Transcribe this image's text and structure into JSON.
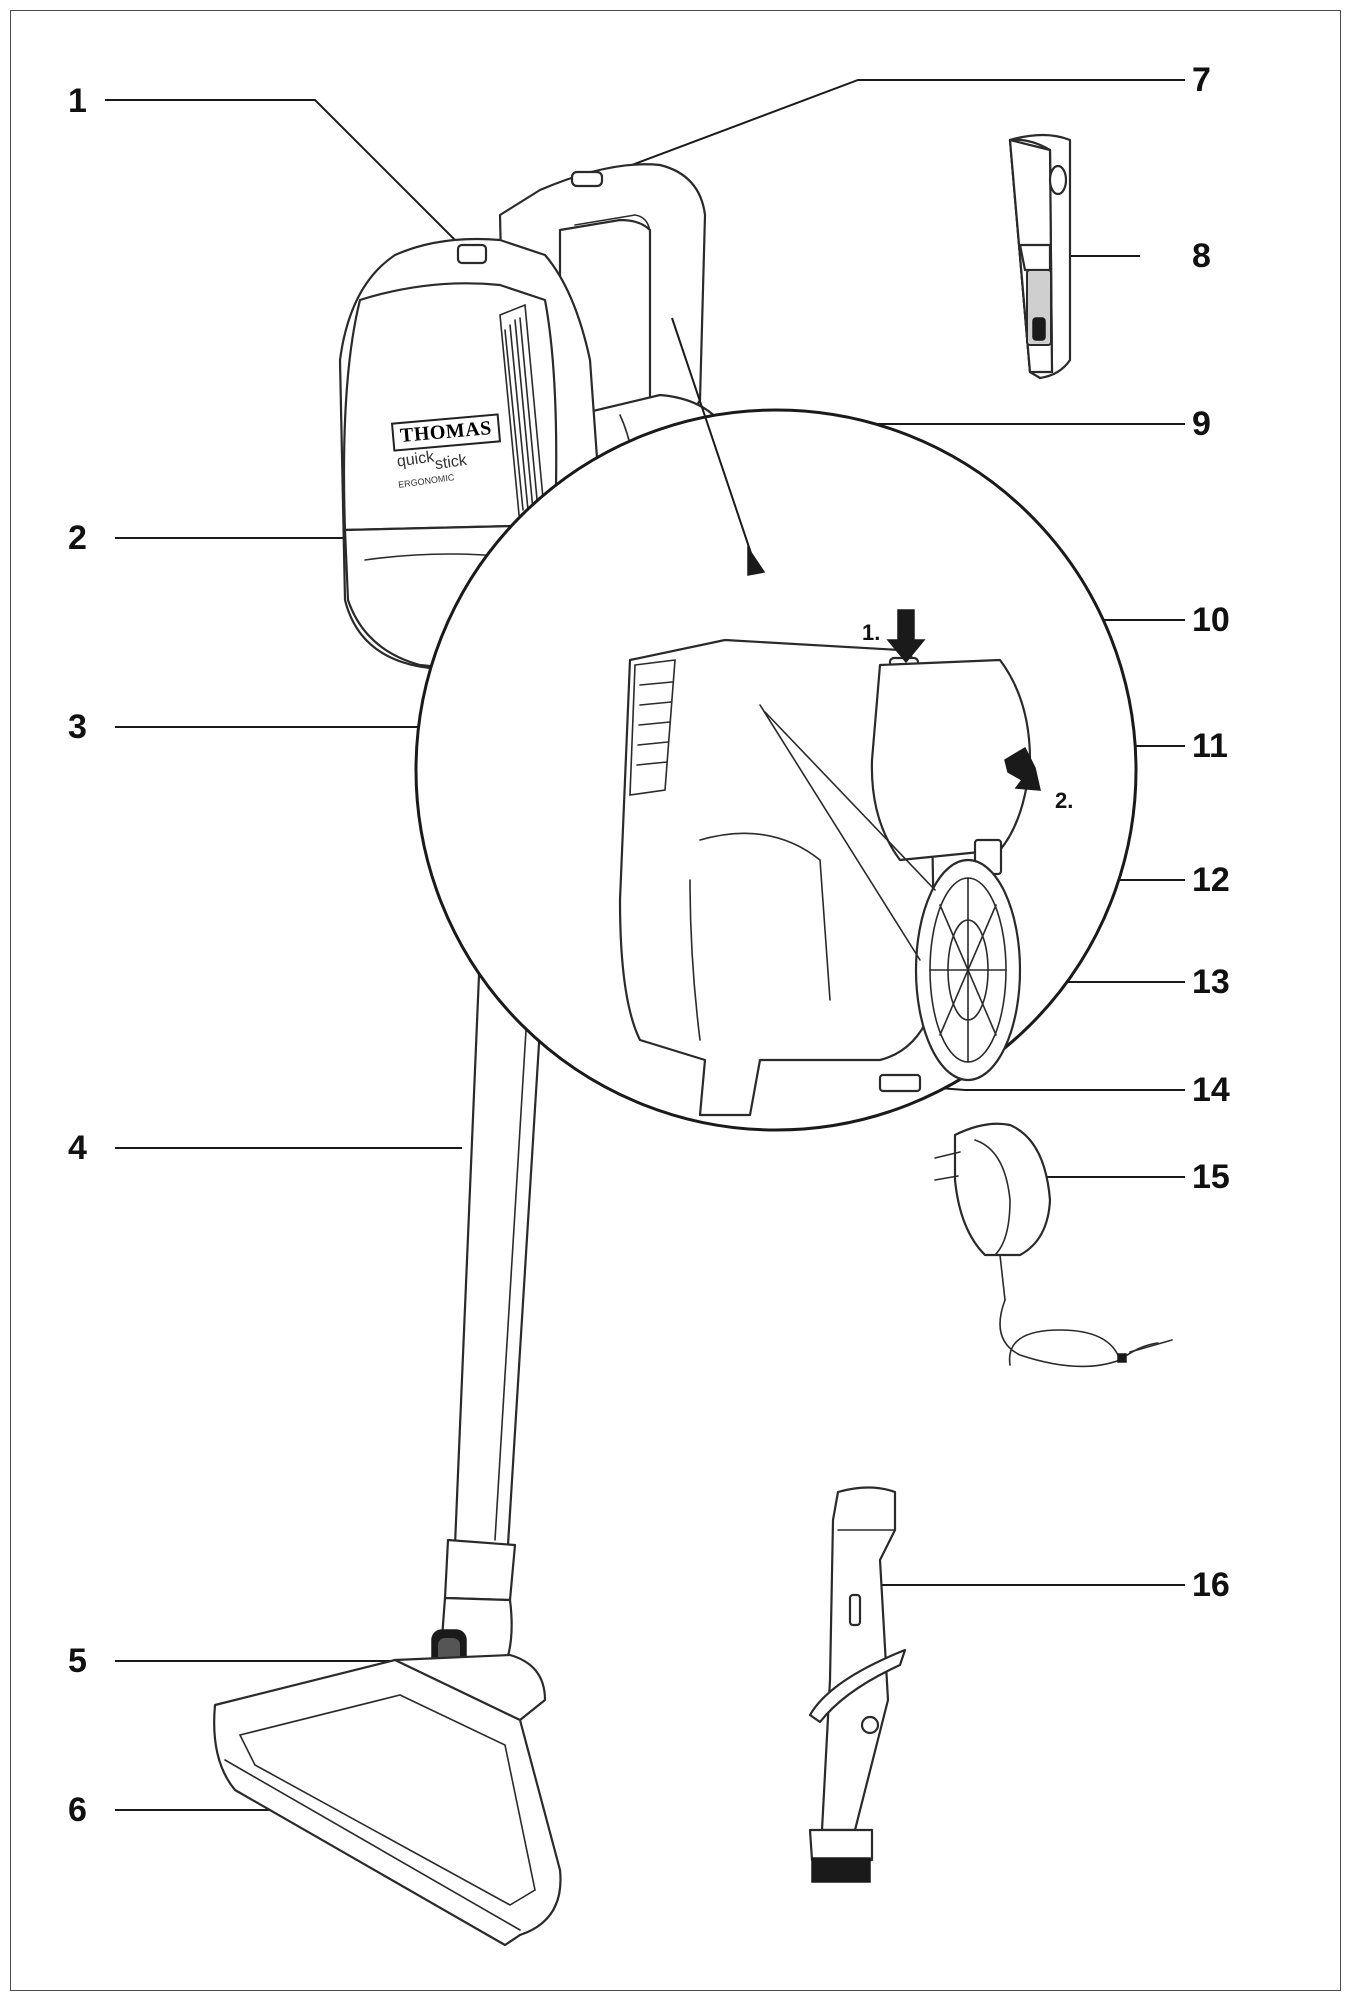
{
  "callouts": [
    {
      "id": "1",
      "label": "1"
    },
    {
      "id": "2",
      "label": "2"
    },
    {
      "id": "3",
      "label": "3"
    },
    {
      "id": "4",
      "label": "4"
    },
    {
      "id": "5",
      "label": "5"
    },
    {
      "id": "6",
      "label": "6"
    },
    {
      "id": "7",
      "label": "7"
    },
    {
      "id": "8",
      "label": "8"
    },
    {
      "id": "9",
      "label": "9"
    },
    {
      "id": "10",
      "label": "10"
    },
    {
      "id": "11",
      "label": "11"
    },
    {
      "id": "12",
      "label": "12"
    },
    {
      "id": "13",
      "label": "13"
    },
    {
      "id": "14",
      "label": "14"
    },
    {
      "id": "15",
      "label": "15"
    },
    {
      "id": "16",
      "label": "16"
    }
  ],
  "steps": {
    "step1": "1.",
    "step2": "2."
  },
  "branding": {
    "brand": "THOMAS",
    "product_top": "quick",
    "product_bottom": "stick",
    "product_small": "ERGONOMIC"
  }
}
